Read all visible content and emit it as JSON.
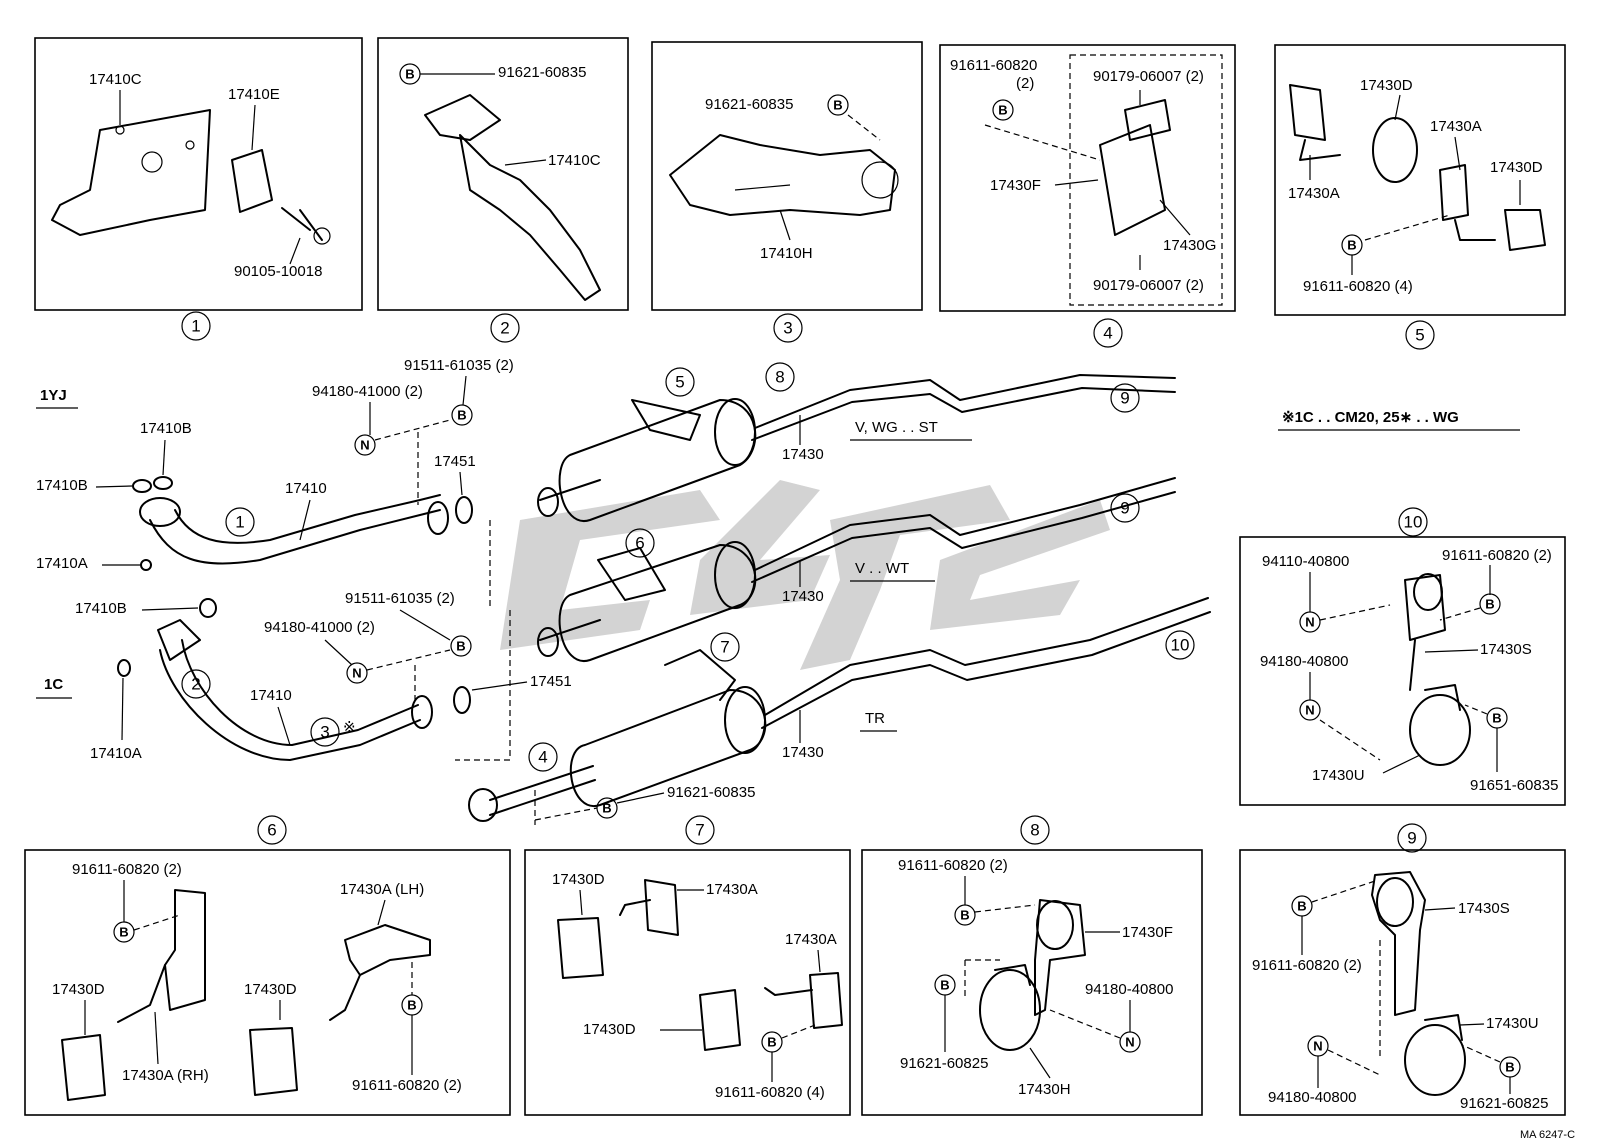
{
  "header": {
    "note": "※1C . . CM20, 25∗ . . WG",
    "engine_1yj": "1YJ",
    "engine_1c": "1C",
    "variant_v_wg": "V, WG . . ST",
    "variant_v_wt": "V . . WT",
    "variant_tr": "TR",
    "footer_code": "MA 6247-C"
  },
  "boxes": {
    "b1": {
      "num": "1",
      "labels": [
        "17410C",
        "17410E",
        "90105-10018"
      ]
    },
    "b2": {
      "num": "2",
      "labels": [
        "91621-60835",
        "17410C"
      ]
    },
    "b3": {
      "num": "3",
      "labels": [
        "91621-60835",
        "17410H"
      ]
    },
    "b4": {
      "num": "4",
      "labels": [
        "91611-60820",
        "(2)",
        "90179-06007 (2)",
        "17430F",
        "17430G",
        "90179-06007 (2)"
      ]
    },
    "b5": {
      "num": "5",
      "labels": [
        "17430D",
        "17430A",
        "17430D",
        "17430A",
        "91611-60820 (4)"
      ]
    },
    "b6": {
      "num": "6",
      "labels": [
        "91611-60820 (2)",
        "17430D",
        "17430A (RH)",
        "17430D",
        "17430A (LH)",
        "91611-60820 (2)"
      ]
    },
    "b7": {
      "num": "7",
      "labels": [
        "17430D",
        "17430A",
        "17430A",
        "17430D",
        "91611-60820 (4)"
      ]
    },
    "b8": {
      "num": "8",
      "labels": [
        "91611-60820 (2)",
        "17430F",
        "94180-40800",
        "91621-60825",
        "17430H"
      ]
    },
    "b9": {
      "num": "9",
      "labels": [
        "17430S",
        "91611-60820 (2)",
        "17430U",
        "94180-40800",
        "91621-60825"
      ]
    },
    "b10": {
      "num": "10",
      "labels": [
        "94110-40800",
        "91611-60820 (2)",
        "17430S",
        "94180-40800",
        "17430U",
        "91651-60835"
      ]
    }
  },
  "main": {
    "labels": {
      "p17410B_a": "17410B",
      "p17410B_b": "17410B",
      "p17410A_a": "17410A",
      "p17410_a": "17410",
      "p94180_a": "94180-41000 (2)",
      "p91511_a": "91511-61035 (2)",
      "p17451_a": "17451",
      "p17410B_c": "17410B",
      "p17410A_b": "17410A",
      "p17410_b": "17410",
      "p91511_b": "91511-61035 (2)",
      "p94180_b": "94180-41000 (2)",
      "p17451_b": "17451",
      "p17430_a": "17430",
      "p17430_b": "17430",
      "p17430_c": "17430",
      "p91621_main": "91621-60835"
    },
    "refs": {
      "b": "B",
      "n": "N"
    },
    "callouts": [
      "1",
      "2",
      "3",
      "4",
      "5",
      "6",
      "7",
      "8",
      "9",
      "9",
      "10"
    ],
    "asterisk": "※"
  }
}
